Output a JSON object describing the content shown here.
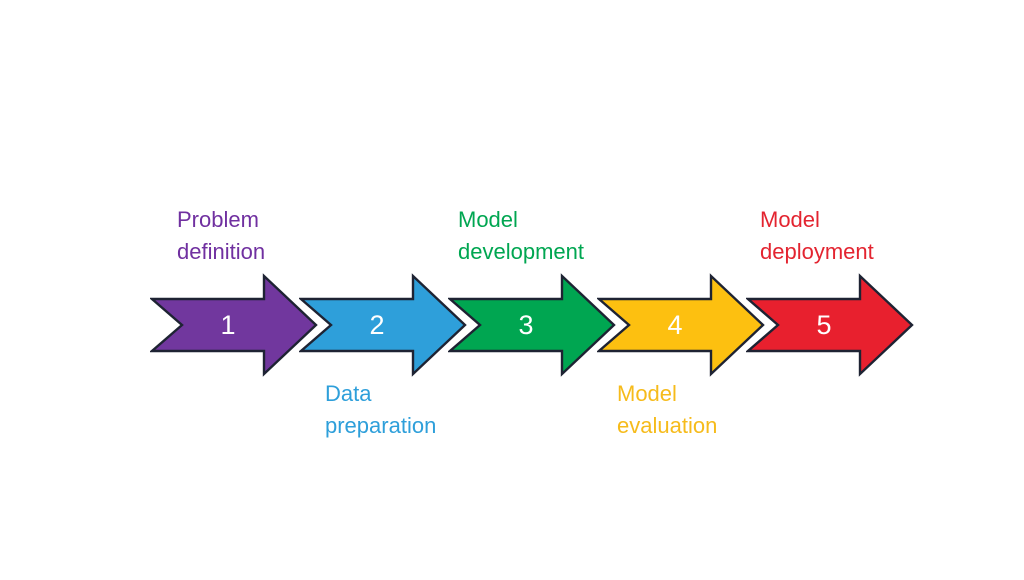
{
  "diagram": {
    "background_color": "#FFFFFF",
    "outline_color": "#1E2333",
    "number_color": "#FFFFFF",
    "stages": [
      {
        "number": "1",
        "label_line1": "Problem",
        "label_line2": "definition",
        "label_position": "above",
        "color": "#71379E",
        "label_color": "#7030A0"
      },
      {
        "number": "2",
        "label_line1": "Data",
        "label_line2": "preparation",
        "label_position": "below",
        "color": "#2E9FDA",
        "label_color": "#2E9FDA"
      },
      {
        "number": "3",
        "label_line1": "Model",
        "label_line2": "development",
        "label_position": "above",
        "color": "#00A651",
        "label_color": "#00A651"
      },
      {
        "number": "4",
        "label_line1": "Model",
        "label_line2": "evaluation",
        "label_position": "below",
        "color": "#FDC010",
        "label_color": "#F6BB1B"
      },
      {
        "number": "5",
        "label_line1": "Model",
        "label_line2": "deployment",
        "label_position": "above",
        "color": "#E8202E",
        "label_color": "#E32430"
      }
    ]
  }
}
